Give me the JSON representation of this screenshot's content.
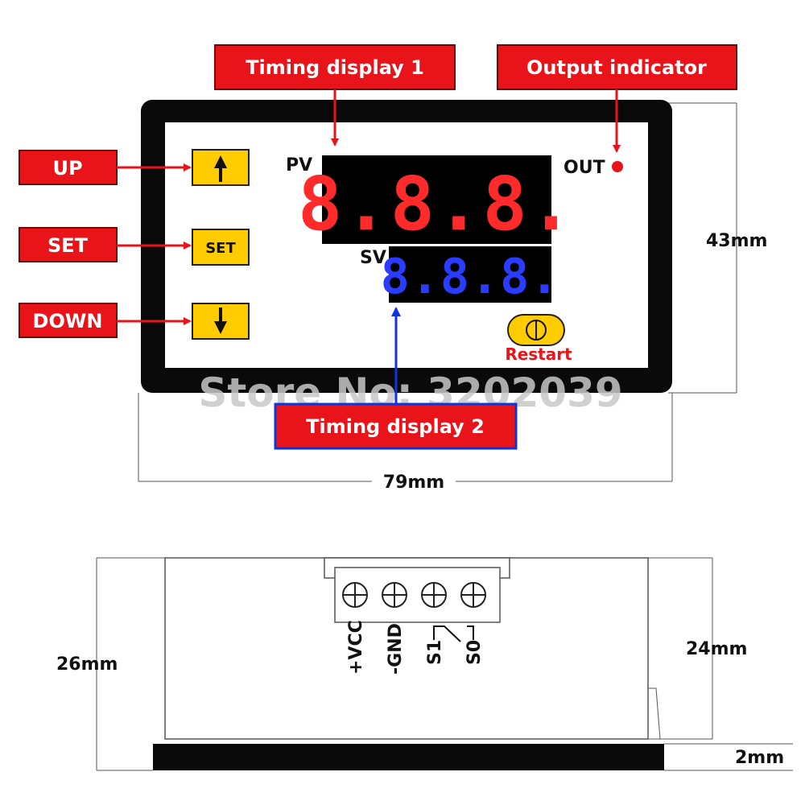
{
  "callouts": {
    "timing_display_1": "Timing display 1",
    "output_indicator": "Output indicator",
    "timing_display_2": "Timing display 2",
    "up": "UP",
    "set": "SET",
    "down": "DOWN"
  },
  "panel": {
    "pv_label": "PV",
    "sv_label": "SV",
    "out_label": "OUT",
    "set_button_label": "SET",
    "restart_label": "Restart",
    "pv_digits": "8.8.8.",
    "sv_digits": "8.8.8."
  },
  "dimensions": {
    "front_height": "43mm",
    "front_width": "79mm",
    "side_height": "26mm",
    "body_height": "24mm",
    "bezel_thickness": "2mm"
  },
  "terminals": {
    "vcc": "+VCC",
    "gnd": "-GND",
    "s1": "S1",
    "s0": "S0"
  },
  "watermark": "Store No: 3202039",
  "colors": {
    "callout_fill": "#e8141a",
    "pv_red": "#ff2a2a",
    "sv_blue": "#2a3cff",
    "button_yellow": "#ffcc00",
    "arrow_blue": "#1133dd"
  }
}
